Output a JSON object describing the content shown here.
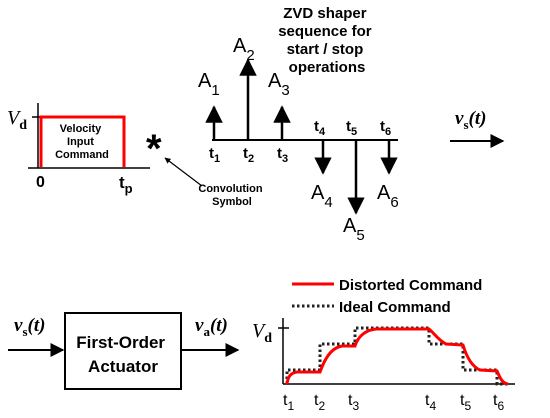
{
  "shaper": {
    "title_lines": [
      "ZVD shaper",
      "sequence for",
      "start / stop",
      "operations"
    ],
    "amplitudes": [
      {
        "base": "A",
        "sub": "1"
      },
      {
        "base": "A",
        "sub": "2"
      },
      {
        "base": "A",
        "sub": "3"
      },
      {
        "base": "A",
        "sub": "4"
      },
      {
        "base": "A",
        "sub": "5"
      },
      {
        "base": "A",
        "sub": "6"
      }
    ],
    "times": [
      {
        "base": "t",
        "sub": "1"
      },
      {
        "base": "t",
        "sub": "2"
      },
      {
        "base": "t",
        "sub": "3"
      },
      {
        "base": "t",
        "sub": "4"
      },
      {
        "base": "t",
        "sub": "5"
      },
      {
        "base": "t",
        "sub": "6"
      }
    ]
  },
  "velocity_input": {
    "box_lines": [
      "Velocity",
      "Input",
      "Command"
    ],
    "vd_base": "V",
    "vd_sub": "d",
    "zero": "0",
    "tp_base": "t",
    "tp_sub": "p"
  },
  "convolution": {
    "symbol": "*",
    "label_lines": [
      "Convolution",
      "Symbol"
    ]
  },
  "output_top": {
    "base": "v",
    "sub": "s",
    "arg": "(t)"
  },
  "actuator": {
    "input_label": {
      "base": "v",
      "sub": "s",
      "arg": "(t)"
    },
    "block_lines": [
      "First-Order",
      "Actuator"
    ],
    "output_label": {
      "base": "v",
      "sub": "a",
      "arg": "(t)"
    }
  },
  "legend": {
    "distorted": "Distorted Command",
    "ideal": "Ideal Command"
  },
  "response_plot": {
    "vd_base": "V",
    "vd_sub": "d",
    "times": [
      {
        "base": "t",
        "sub": "1"
      },
      {
        "base": "t",
        "sub": "2"
      },
      {
        "base": "t",
        "sub": "3"
      },
      {
        "base": "t",
        "sub": "4"
      },
      {
        "base": "t",
        "sub": "5"
      },
      {
        "base": "t",
        "sub": "6"
      }
    ]
  },
  "colors": {
    "distorted": "#ff0000",
    "ideal": "#222222",
    "ink": "#000000"
  }
}
